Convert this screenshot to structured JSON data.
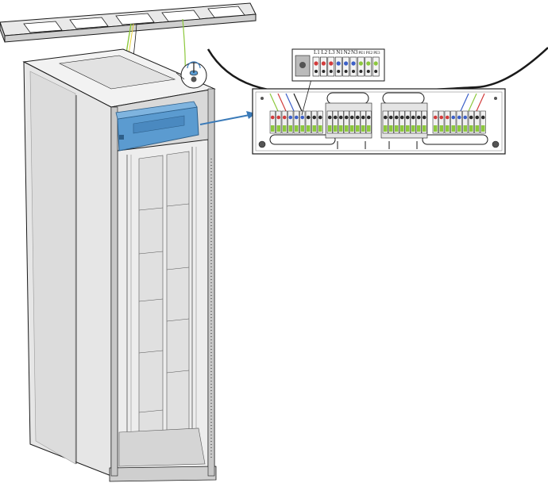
{
  "terminal_labels": [
    "L1",
    "L2",
    "L3",
    "N1",
    "N2",
    "N3",
    "PE1",
    "PE2",
    "PE3"
  ],
  "colors": {
    "cabinet_fill": "#e8e8e8",
    "cabinet_shade": "#cfcfcf",
    "outline": "#1a1a1a",
    "highlight_box": "#5b9bd0",
    "highlight_box_dark": "#3f7fb6",
    "arrow": "#3a7ab8",
    "live_red": "#d23b3b",
    "neutral_blue": "#3b5fc8",
    "earth_green": "#8cc83c",
    "earth_yellow": "#e6d23c",
    "terminal_dark": "#2a2a2a"
  },
  "icons": [
    "cable-tray",
    "cabinet",
    "power-distribution-box",
    "callout-arrow",
    "terminal-block-panel",
    "ground-screw-icon"
  ]
}
